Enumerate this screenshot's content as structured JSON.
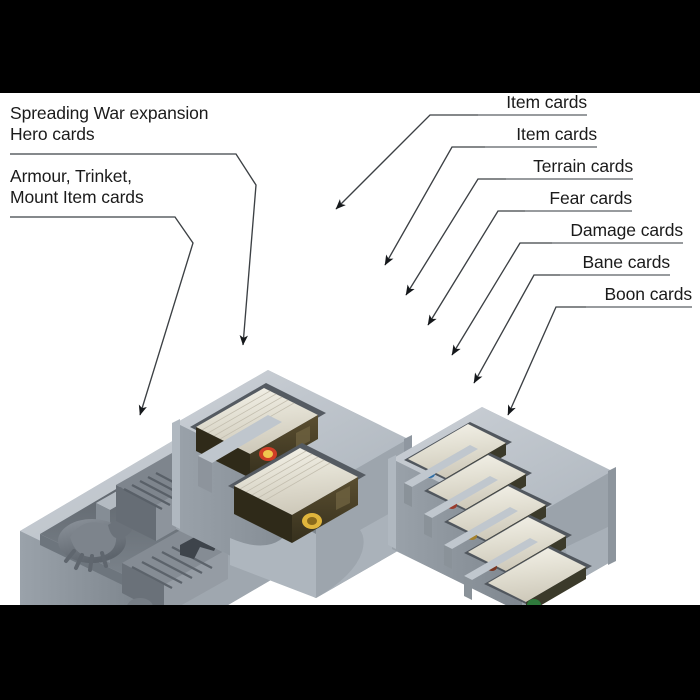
{
  "image": {
    "kind": "product-photo-diagram",
    "subject": "Board game box insert with labelled card compartments",
    "background_color": "#ffffff",
    "letterbox_color": "#000000"
  },
  "labels": {
    "left": [
      {
        "id": "spreading-war-hero-cards",
        "lines": [
          "Spreading War expansion",
          "Hero cards"
        ],
        "align": "left"
      },
      {
        "id": "armour-trinket-mount-item-cards",
        "lines": [
          "Armour, Trinket,",
          "Mount Item cards"
        ],
        "align": "left"
      }
    ],
    "right": [
      {
        "id": "item-cards-1",
        "lines": [
          "Item cards"
        ],
        "align": "right"
      },
      {
        "id": "item-cards-2",
        "lines": [
          "Item cards"
        ],
        "align": "right"
      },
      {
        "id": "terrain-cards",
        "lines": [
          "Terrain cards"
        ],
        "align": "right"
      },
      {
        "id": "fear-cards",
        "lines": [
          "Fear cards"
        ],
        "align": "right"
      },
      {
        "id": "damage-cards",
        "lines": [
          "Damage cards"
        ],
        "align": "right"
      },
      {
        "id": "bane-cards",
        "lines": [
          "Bane cards"
        ],
        "align": "right"
      },
      {
        "id": "boon-cards",
        "lines": [
          "Boon cards"
        ],
        "align": "right"
      }
    ]
  },
  "colors": {
    "text": "#1b1b1b",
    "leader_line": "#3c4044",
    "underline": "#5a5f64",
    "tray_light": "#c3c8cf",
    "tray_mid": "#a9b0b8",
    "tray_dark": "#8b939c",
    "tray_shadow": "#6f777f",
    "tray_interior": "#4b5158",
    "card_edge": "#eceade",
    "card_art": "#4a4026",
    "card_gold": "#d8b23a"
  },
  "trays": [
    {
      "id": "miniature-tray",
      "contents": "miniatures",
      "compartments": 2
    },
    {
      "id": "card-tray-center",
      "contents": "card-stacks",
      "compartments": 2
    },
    {
      "id": "card-tray-right",
      "contents": "card-slots",
      "compartments": 5
    }
  ]
}
